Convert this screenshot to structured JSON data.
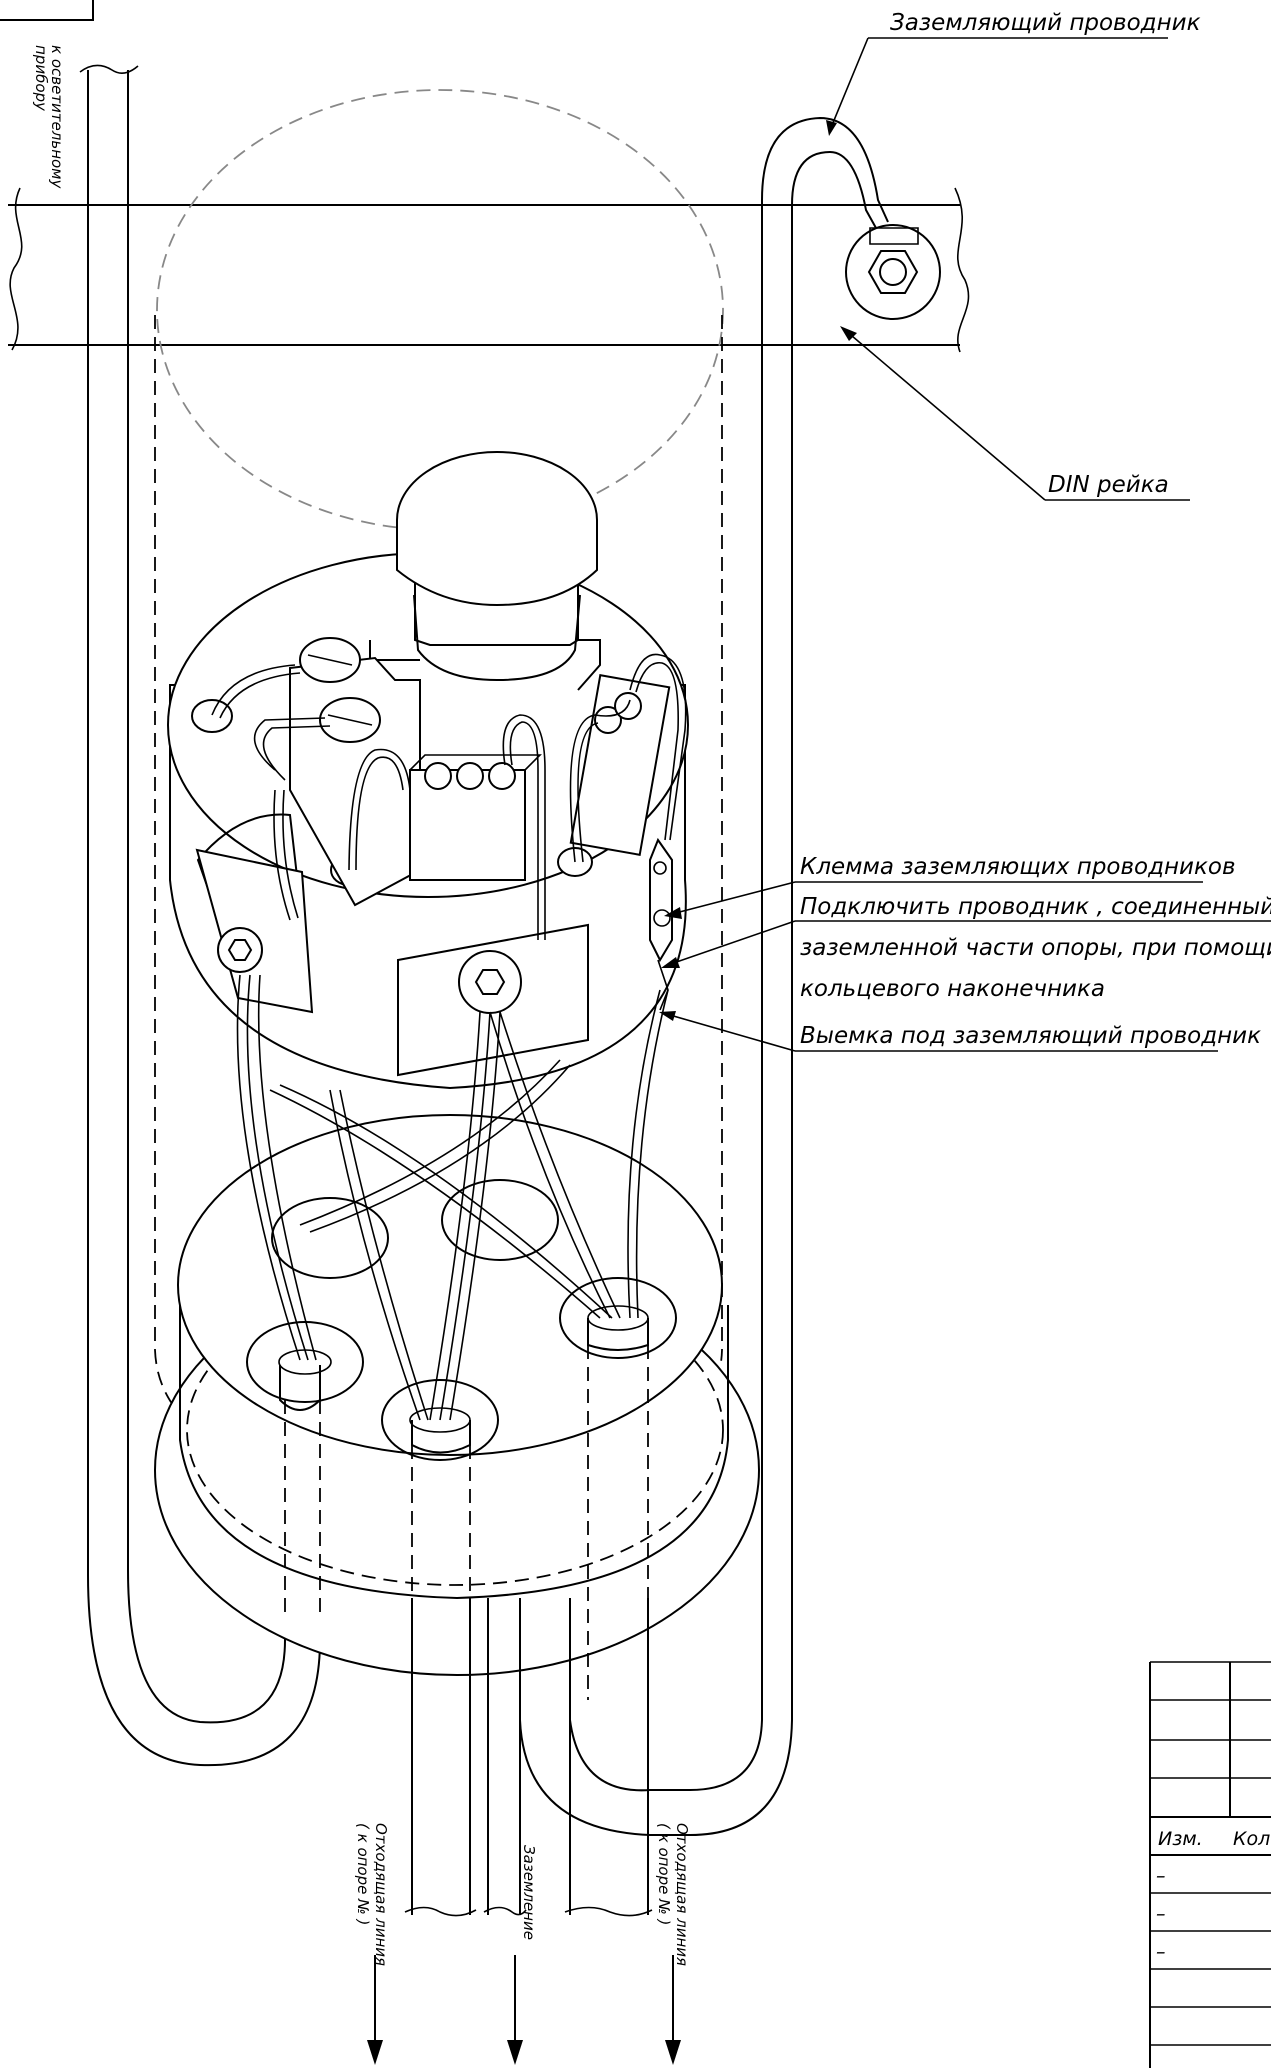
{
  "labels": {
    "ground_conductor": "Заземляющий проводник",
    "din_rail": "DIN  рейка",
    "ground_terminal": "Клемма заземляющих проводников",
    "connect_line1": "Подключить проводник , соединенный к",
    "connect_line2": "заземленной части опоры, при помощи",
    "connect_line3": "кольцевого наконечника",
    "recess": "Выемка под заземляющий проводник"
  },
  "vertical_labels": {
    "to_light_line1": "к осветительному",
    "to_light_line2": "прибору",
    "out_left_line1": "Отходящая линия",
    "out_left_line2": "( к опоре №  )",
    "grounding": "Заземление",
    "out_right_line1": "Отходящая линия",
    "out_right_line2": "( к опоре №  )"
  },
  "title_block": {
    "izm": "Изм.",
    "kol": "Кол",
    "dash": "–"
  },
  "colors": {
    "line": "#000000",
    "hidden": "#888888",
    "background": "#ffffff"
  }
}
